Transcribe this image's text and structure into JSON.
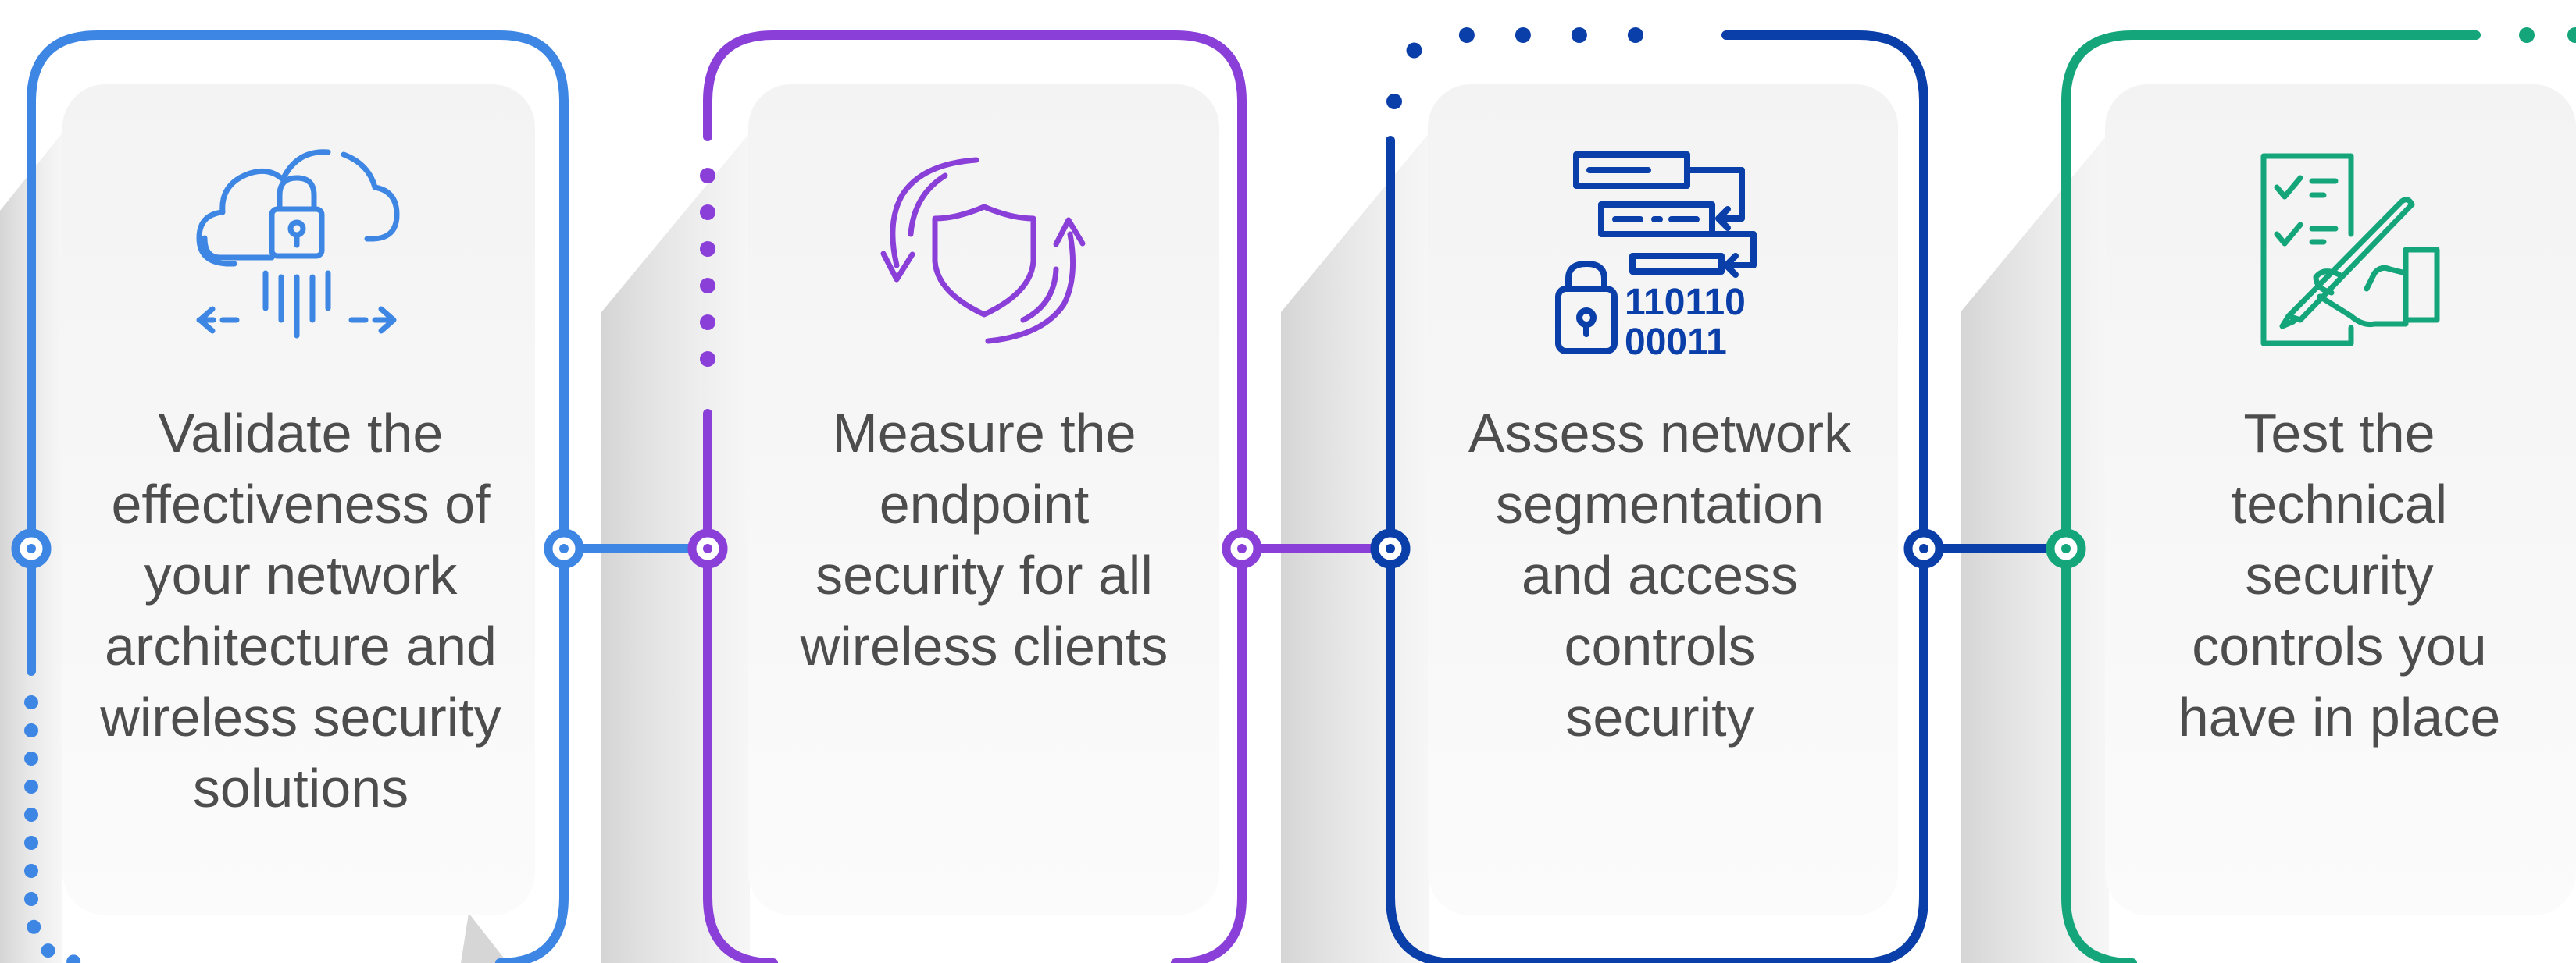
{
  "steps": [
    {
      "text": "Validate the\neffectiveness of\nyour network\narchitecture and\nwireless security\nsolutions",
      "icon": "cloud-lock-icon",
      "color": "#3d86e4"
    },
    {
      "text": "Measure the\nendpoint\nsecurity for all\nwireless clients",
      "icon": "shield-cycle-icon",
      "color": "#8a3fd8"
    },
    {
      "text": "Assess network\nsegmentation\nand access\ncontrols\nsecurity",
      "icon": "segmentation-binary-lock-icon",
      "color": "#0a3ea8"
    },
    {
      "text": "Test the\ntechnical\nsecurity\ncontrols you\nhave in place",
      "icon": "checklist-sign-icon",
      "color": "#14a67a"
    }
  ]
}
